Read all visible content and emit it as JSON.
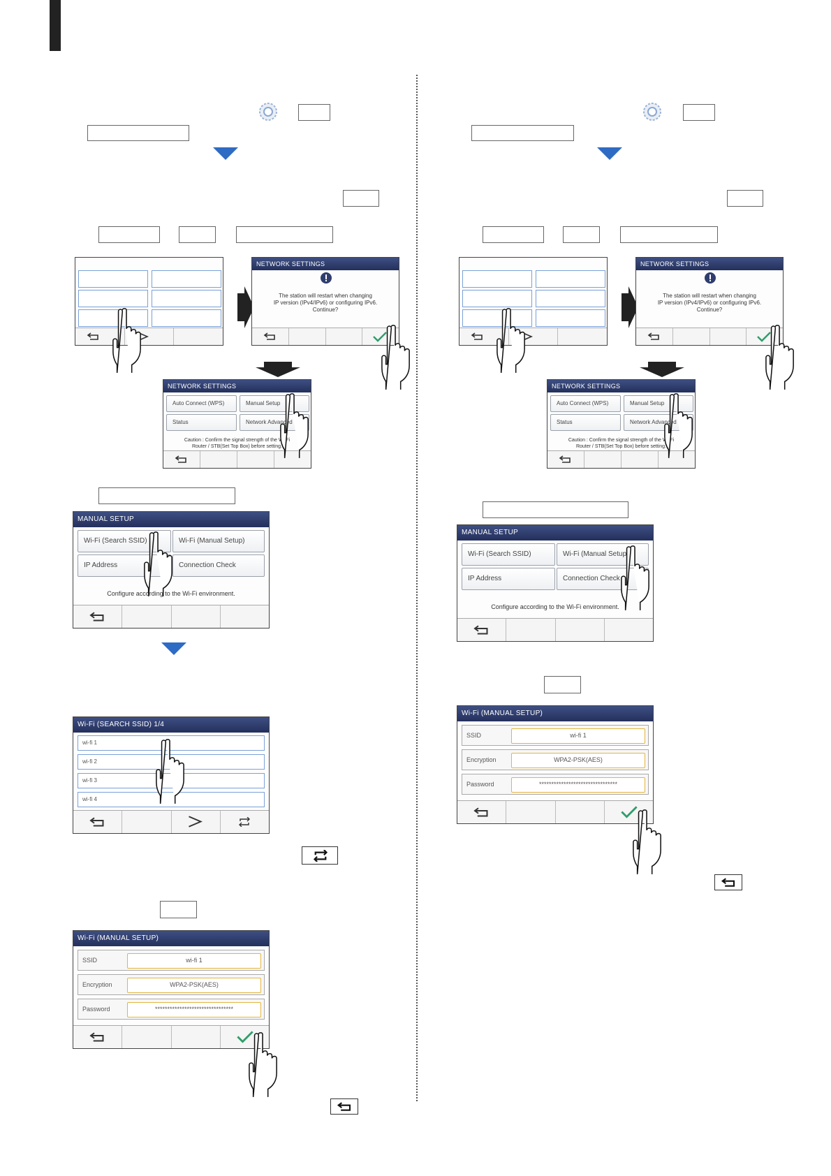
{
  "net_confirm": {
    "header": "NETWORK SETTINGS",
    "message_line1": "The station will restart when changing",
    "message_line2": "IP version (IPv4/IPv6) or configuring IPv6.",
    "message_line3": "Continue?"
  },
  "net_menu": {
    "header": "NETWORK SETTINGS",
    "auto_connect": "Auto Connect (WPS)",
    "manual_setup": "Manual Setup",
    "status": "Status",
    "network_advanced": "Network Advanced",
    "caution_line1": "Caution : Confirm the signal strength of the Wi-Fi",
    "caution_line2": "Router / STB(Set Top Box) before setting."
  },
  "manual_setup": {
    "header": "MANUAL SETUP",
    "wifi_search": "Wi-Fi (Search SSID)",
    "wifi_manual": "Wi-Fi (Manual Setup)",
    "ip_address": "IP Address",
    "connection_check": "Connection Check",
    "note": "Configure according to the Wi-Fi environment."
  },
  "search_ssid": {
    "header": "Wi-Fi (SEARCH SSID) 1/4",
    "items": [
      "wi-fi 1",
      "wi-fi 2",
      "wi-fi 3",
      "wi-fi 4"
    ]
  },
  "wifi_manual_setup": {
    "header": "Wi-Fi (MANUAL SETUP)",
    "ssid_label": "SSID",
    "ssid_value": "wi-fi 1",
    "encryption_label": "Encryption",
    "encryption_value": "WPA2-PSK(AES)",
    "password_label": "Password",
    "password_value": "********************************"
  },
  "colors": {
    "header_blue": "#2f3d6e",
    "arrow_blue": "#2e6bc4",
    "check_green": "#2e9e6a",
    "field_border": "#e5b53d"
  }
}
